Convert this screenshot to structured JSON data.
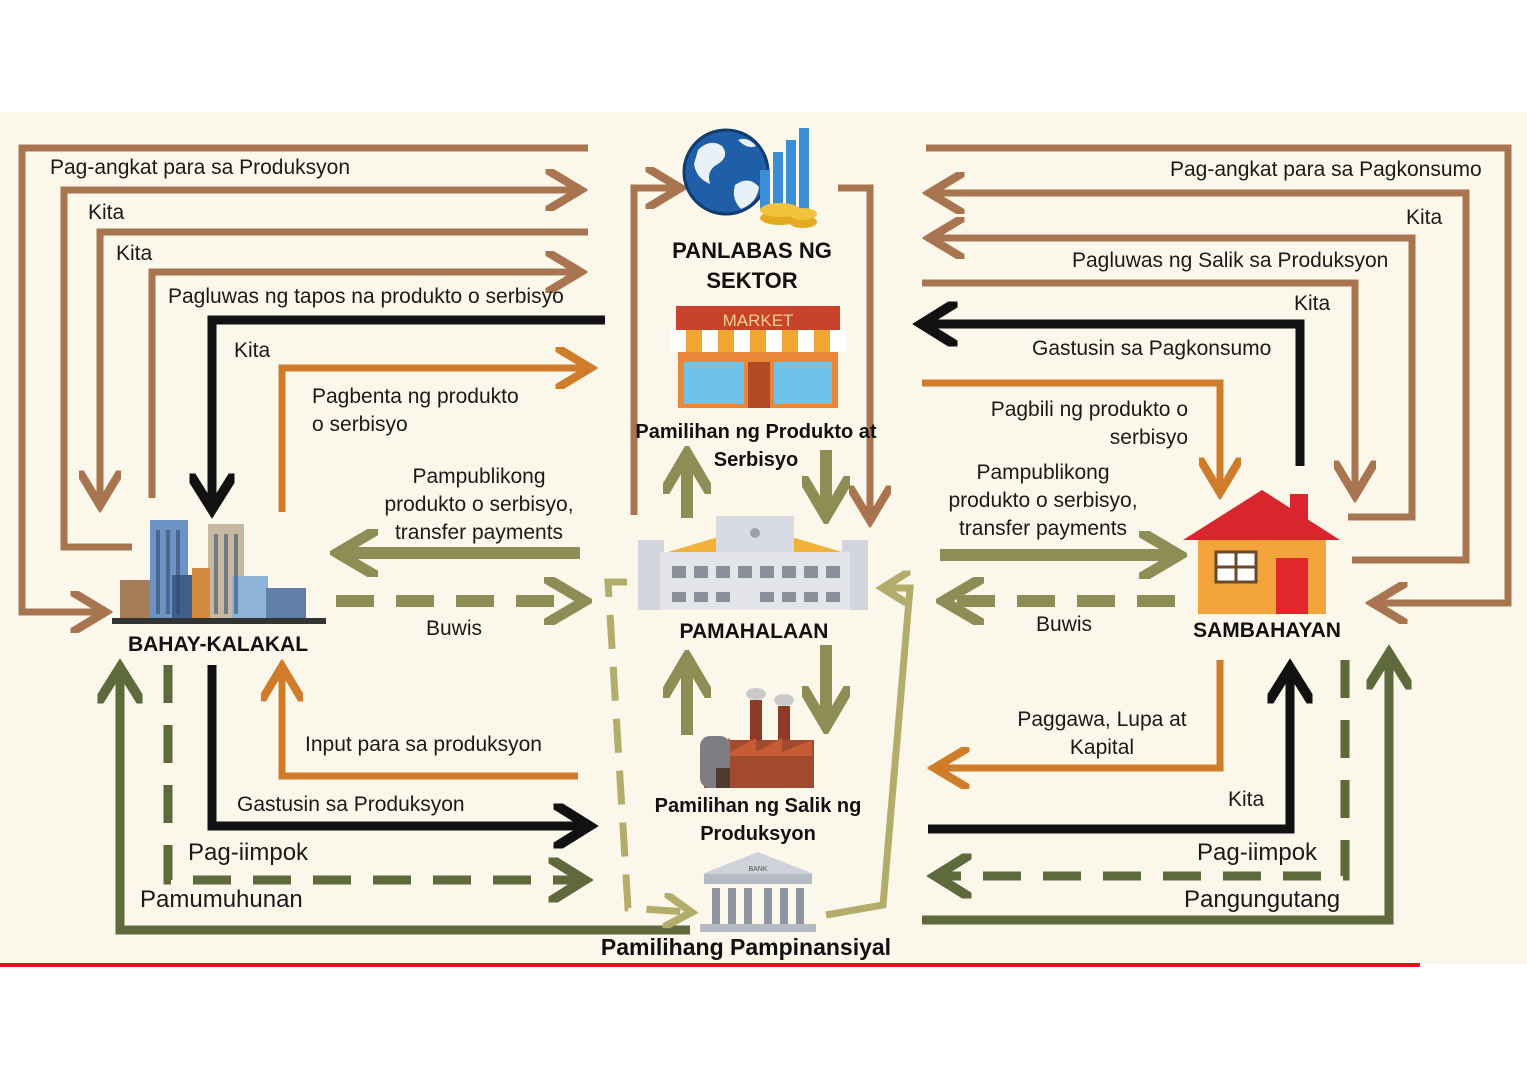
{
  "nodes": {
    "foreign_sector": {
      "line1": "PANLABAS NG",
      "line2": "SEKTOR"
    },
    "product_market": {
      "line1": "Pamilihan ng Produkto at",
      "line2": "Serbisyo",
      "sign": "MARKET"
    },
    "government": {
      "label": "PAMAHALAAN"
    },
    "factor_market": {
      "line1": "Pamilihan ng Salik ng",
      "line2": "Produksyon"
    },
    "financial_market": {
      "label": "Pamilihang Pampinansiyal",
      "sign": "BANK"
    },
    "business": {
      "label": "BAHAY-KALAKAL"
    },
    "household": {
      "label": "SAMBAHAYAN"
    }
  },
  "flows": {
    "left": {
      "import_production": "Pag-angkat para sa Produksyon",
      "kita_1": "Kita",
      "kita_2": "Kita",
      "export_goods": "Pagluwas ng tapos na produkto o serbisyo",
      "kita_3": "Kita",
      "sell_goods_1": "Pagbenta ng produkto",
      "sell_goods_2": "o serbisyo",
      "public_goods_1": "Pampublikong",
      "public_goods_2": "produkto o serbisyo,",
      "public_goods_3": "transfer payments",
      "tax": "Buwis",
      "input": "Input para sa produksyon",
      "production_spending": "Gastusin sa Produksyon",
      "saving": "Pag-iimpok",
      "investment": "Pamumuhunan"
    },
    "right": {
      "import_consumption": "Pag-angkat para sa Pagkonsumo",
      "kita_1": "Kita",
      "export_factors": "Pagluwas ng Salik sa Produksyon",
      "kita_2": "Kita",
      "consumption_spending": "Gastusin sa Pagkonsumo",
      "buy_goods_1": "Pagbili ng produkto o",
      "buy_goods_2": "serbisyo",
      "public_goods_1": "Pampublikong",
      "public_goods_2": "produkto o serbisyo,",
      "public_goods_3": "transfer payments",
      "tax": "Buwis",
      "factors_1": "Paggawa, Lupa at",
      "factors_2": "Kapital",
      "kita_3": "Kita",
      "saving": "Pag-iimpok",
      "borrowing": "Pangungutang"
    }
  },
  "colors": {
    "background": "#fbf7ea",
    "brown": "#a87550",
    "orange": "#cf7d2a",
    "black": "#111111",
    "olive": "#8e8d55",
    "dark_olive": "#5e6a3c",
    "light_olive": "#b3ad6c",
    "red_rule": "#d7191f"
  }
}
